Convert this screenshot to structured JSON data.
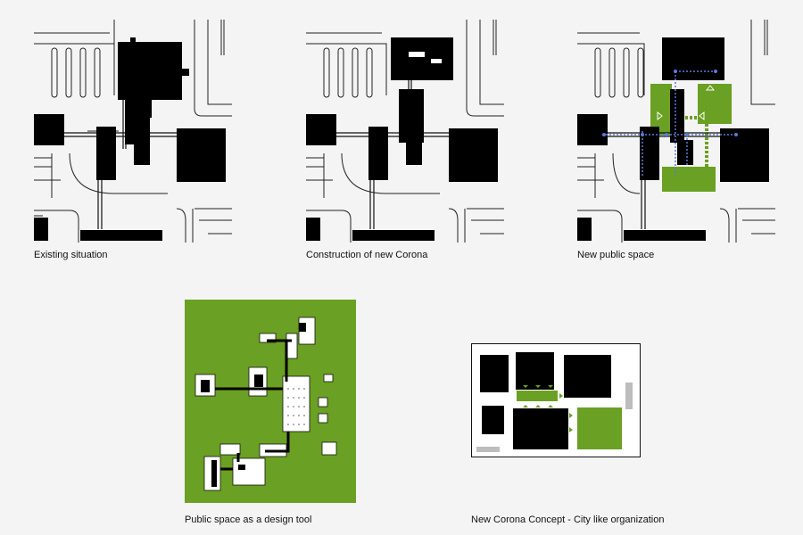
{
  "captions": {
    "existing": "Existing situation",
    "construction": "Construction of new Corona",
    "public_space": "New public space",
    "design_tool": "Public space as a design tool",
    "concept": "New Corona Concept - City like organization"
  },
  "colors": {
    "background": "#f4f4f4",
    "building": "#000000",
    "green": "#6aa023",
    "street_line": "#222222",
    "path_blue": "#5b7bd6",
    "gray_marker": "#bdbdbd"
  },
  "icons": {
    "arrow": "triangle-arrow",
    "path_dot": "circle-dot"
  }
}
